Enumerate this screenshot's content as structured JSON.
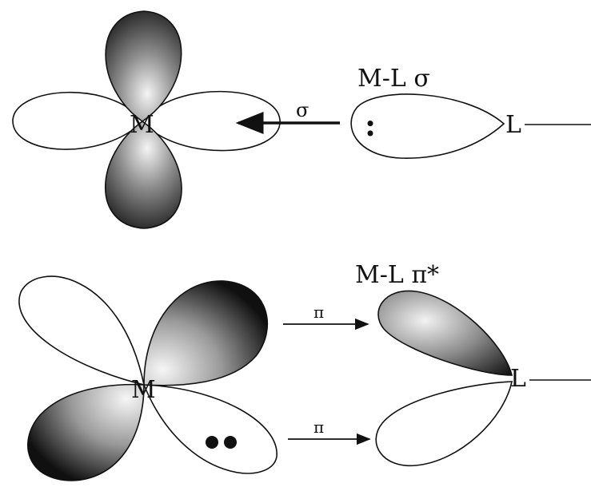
{
  "top_panel": {
    "metal_label": "M",
    "ligand_label": "L",
    "orbital_title": "M-L σ",
    "arrow_label": "σ",
    "lone_pair": ":"
  },
  "bottom_panel": {
    "metal_label": "M",
    "ligand_label": "L",
    "orbital_title": "M-L π*",
    "arrow_top_label": "π",
    "arrow_bottom_label": "π"
  },
  "colors": {
    "outline": "#111111",
    "shade_dark": "#1a1a1a",
    "shade_light": "#f2f2f2"
  }
}
